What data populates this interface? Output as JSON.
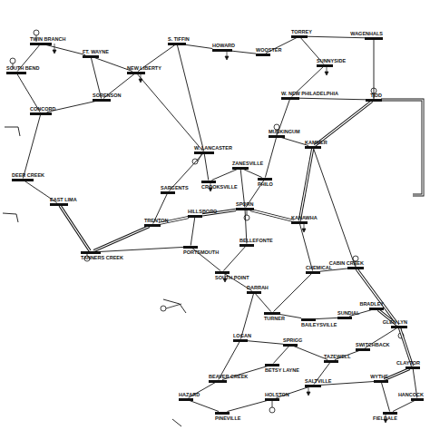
{
  "diagram": {
    "nodes": [
      {
        "text": [
          "TWIN BRANCH"
        ]
      },
      {
        "text": [
          "SOUTH BEND"
        ]
      },
      {
        "text": [
          "FT. WAYNE"
        ]
      },
      {
        "text": [
          "CONCORD"
        ]
      },
      {
        "text": [
          "SORENSON"
        ]
      },
      {
        "text": [
          "NEW LIBERTY"
        ]
      },
      {
        "text": [
          "S. TIFFIN"
        ]
      },
      {
        "text": [
          "HOWARD"
        ]
      },
      {
        "text": [
          "DEER CREEK"
        ]
      },
      {
        "text": [
          "TANNERS CREEK"
        ]
      },
      {
        "text": [
          "TRENTON"
        ]
      },
      {
        "text": [
          "SARGENTS"
        ]
      },
      {
        "text": [
          "W. LANCASTER"
        ]
      },
      {
        "text": [
          "CROOKSVILLE"
        ]
      },
      {
        "text": [
          "ZANESVILLE"
        ]
      },
      {
        "text": [
          "PHILO"
        ]
      },
      {
        "text": [
          "MUSKINGUM"
        ]
      },
      {
        "text": [
          "TORREY"
        ]
      },
      {
        "text": [
          "SUNNYSIDE"
        ]
      },
      {
        "text": [
          "WAGENHALS"
        ]
      },
      {
        "text": [
          "W. NEW PHILADELPHIA"
        ]
      },
      {
        "text": [
          "TIDD"
        ]
      },
      {
        "text": [
          "KAMMER"
        ]
      },
      {
        "text": [
          "SPORN"
        ]
      },
      {
        "text": [
          "PORTSMOUTH"
        ]
      },
      {
        "text": [
          "BELLEFONTE"
        ]
      },
      {
        "text": [
          "SOUTH POINT"
        ]
      },
      {
        "text": [
          "DARRAH"
        ]
      },
      {
        "text": [
          "KANAWHA"
        ]
      },
      {
        "text": [
          "TURNER"
        ]
      },
      {
        "text": [
          "CHEMICAL"
        ]
      },
      {
        "text": [
          "CABIN CREEK"
        ]
      },
      {
        "text": [
          "BAILEYSVILLE"
        ]
      },
      {
        "text": [
          "SUNDIAL"
        ]
      },
      {
        "text": [
          "BRADLEY"
        ]
      },
      {
        "text": [
          "GLEN LYN"
        ]
      },
      {
        "text": [
          "LOGAN"
        ]
      },
      {
        "text": [
          "SPRIGG"
        ]
      },
      {
        "text": [
          "BETSY LAYNE"
        ]
      },
      {
        "text": [
          "BEAVER CREEK"
        ]
      },
      {
        "text": [
          "HAZARD"
        ]
      },
      {
        "text": [
          "PINEVILLE"
        ]
      },
      {
        "text": [
          "HOLSTON"
        ]
      },
      {
        "text": [
          "SALTVILLE"
        ]
      },
      {
        "text": [
          "TAZEWELL"
        ]
      },
      {
        "text": [
          "SWITCHBACK"
        ]
      },
      {
        "text": [
          "WYTHE"
        ]
      },
      {
        "text": [
          "CLAYTOR"
        ]
      },
      {
        "text": [
          "FIELDALE"
        ]
      },
      {
        "text": [
          "HANCOCK"
        ]
      },
      {
        "text": [
          "EAST LIMA"
        ]
      },
      {
        "text": [
          "HILLSBORO"
        ]
      },
      {
        "text": [
          "WOOSTER"
        ]
      }
    ],
    "edges": [
      {
        "from": 0,
        "to": 1,
        "arrow": "none"
      },
      {
        "from": 0,
        "to": 2,
        "arrow": "none"
      },
      {
        "from": 1,
        "to": 3,
        "arrow": "none"
      },
      {
        "from": 2,
        "to": 4,
        "arrow": "none"
      },
      {
        "from": 2,
        "to": 5,
        "arrow": "none"
      },
      {
        "from": 3,
        "to": 4,
        "arrow": "none"
      },
      {
        "from": 3,
        "to": 8,
        "arrow": "none"
      },
      {
        "from": 4,
        "to": 5,
        "arrow": "none"
      },
      {
        "from": 5,
        "to": 6,
        "arrow": "none"
      },
      {
        "from": 6,
        "to": 7,
        "arrow": "none"
      },
      {
        "from": 7,
        "to": 52,
        "arrow": "none"
      },
      {
        "from": 52,
        "to": 17,
        "arrow": "none"
      },
      {
        "from": 17,
        "to": 19,
        "arrow": "none"
      },
      {
        "from": 17,
        "to": 18,
        "arrow": "none"
      },
      {
        "from": 18,
        "to": 20,
        "arrow": "none"
      },
      {
        "from": 19,
        "to": 21,
        "arrow": "none"
      },
      {
        "from": 20,
        "to": 21,
        "arrow": "none"
      },
      {
        "from": 20,
        "to": 16,
        "arrow": "none"
      },
      {
        "from": 21,
        "to": 22,
        "arrow": "none"
      },
      {
        "from": 16,
        "to": 22,
        "arrow": "none"
      },
      {
        "from": 5,
        "to": 12,
        "arrow": "none"
      },
      {
        "from": 6,
        "to": 12,
        "arrow": "none"
      },
      {
        "from": 12,
        "to": 13,
        "arrow": "none"
      },
      {
        "from": 13,
        "to": 14,
        "arrow": "none"
      },
      {
        "from": 14,
        "to": 15,
        "arrow": "none"
      },
      {
        "from": 15,
        "to": 16,
        "arrow": "none"
      },
      {
        "from": 12,
        "to": 11,
        "arrow": "none"
      },
      {
        "from": 11,
        "to": 10,
        "arrow": "none"
      },
      {
        "from": 8,
        "to": 50,
        "arrow": "none"
      },
      {
        "from": 50,
        "to": 9,
        "arrow": "none"
      },
      {
        "from": 9,
        "to": 10,
        "arrow": "none"
      },
      {
        "from": 10,
        "to": 51,
        "arrow": "none"
      },
      {
        "from": 51,
        "to": 23,
        "arrow": "none"
      },
      {
        "from": 23,
        "to": 14,
        "arrow": "none"
      },
      {
        "from": 23,
        "to": 15,
        "arrow": "none"
      },
      {
        "from": 23,
        "to": 28,
        "arrow": "none"
      },
      {
        "from": 22,
        "to": 28,
        "arrow": "none"
      },
      {
        "from": 9,
        "to": 24,
        "arrow": "none"
      },
      {
        "from": 24,
        "to": 26,
        "arrow": "none"
      },
      {
        "from": 51,
        "to": 24,
        "arrow": "none"
      },
      {
        "from": 25,
        "to": 26,
        "arrow": "none"
      },
      {
        "from": 23,
        "to": 25,
        "arrow": "none"
      },
      {
        "from": 26,
        "to": 27,
        "arrow": "none"
      },
      {
        "from": 27,
        "to": 29,
        "arrow": "none"
      },
      {
        "from": 28,
        "to": 30,
        "arrow": "none"
      },
      {
        "from": 30,
        "to": 31,
        "arrow": "none"
      },
      {
        "from": 29,
        "to": 30,
        "arrow": "none"
      },
      {
        "from": 29,
        "to": 32,
        "arrow": "none"
      },
      {
        "from": 32,
        "to": 33,
        "arrow": "none"
      },
      {
        "from": 33,
        "to": 34,
        "arrow": "none"
      },
      {
        "from": 34,
        "to": 35,
        "arrow": "none"
      },
      {
        "from": 31,
        "to": 35,
        "arrow": "none"
      },
      {
        "from": 27,
        "to": 36,
        "arrow": "none"
      },
      {
        "from": 36,
        "to": 37,
        "arrow": "none"
      },
      {
        "from": 37,
        "to": 38,
        "arrow": "none"
      },
      {
        "from": 38,
        "to": 39,
        "arrow": "none"
      },
      {
        "from": 36,
        "to": 39,
        "arrow": "none"
      },
      {
        "from": 39,
        "to": 40,
        "arrow": "none"
      },
      {
        "from": 40,
        "to": 41,
        "arrow": "none"
      },
      {
        "from": 41,
        "to": 42,
        "arrow": "none"
      },
      {
        "from": 42,
        "to": 43,
        "arrow": "none"
      },
      {
        "from": 43,
        "to": 44,
        "arrow": "none"
      },
      {
        "from": 44,
        "to": 45,
        "arrow": "none"
      },
      {
        "from": 45,
        "to": 35,
        "arrow": "none"
      },
      {
        "from": 43,
        "to": 46,
        "arrow": "none"
      },
      {
        "from": 46,
        "to": 47,
        "arrow": "none"
      },
      {
        "from": 47,
        "to": 35,
        "arrow": "none"
      },
      {
        "from": 46,
        "to": 48,
        "arrow": "none"
      },
      {
        "from": 48,
        "to": 49,
        "arrow": "none"
      },
      {
        "from": 47,
        "to": 49,
        "arrow": "none"
      },
      {
        "from": 37,
        "to": 44,
        "arrow": "none"
      },
      {
        "from": 22,
        "to": 31,
        "arrow": "none"
      }
    ]
  }
}
